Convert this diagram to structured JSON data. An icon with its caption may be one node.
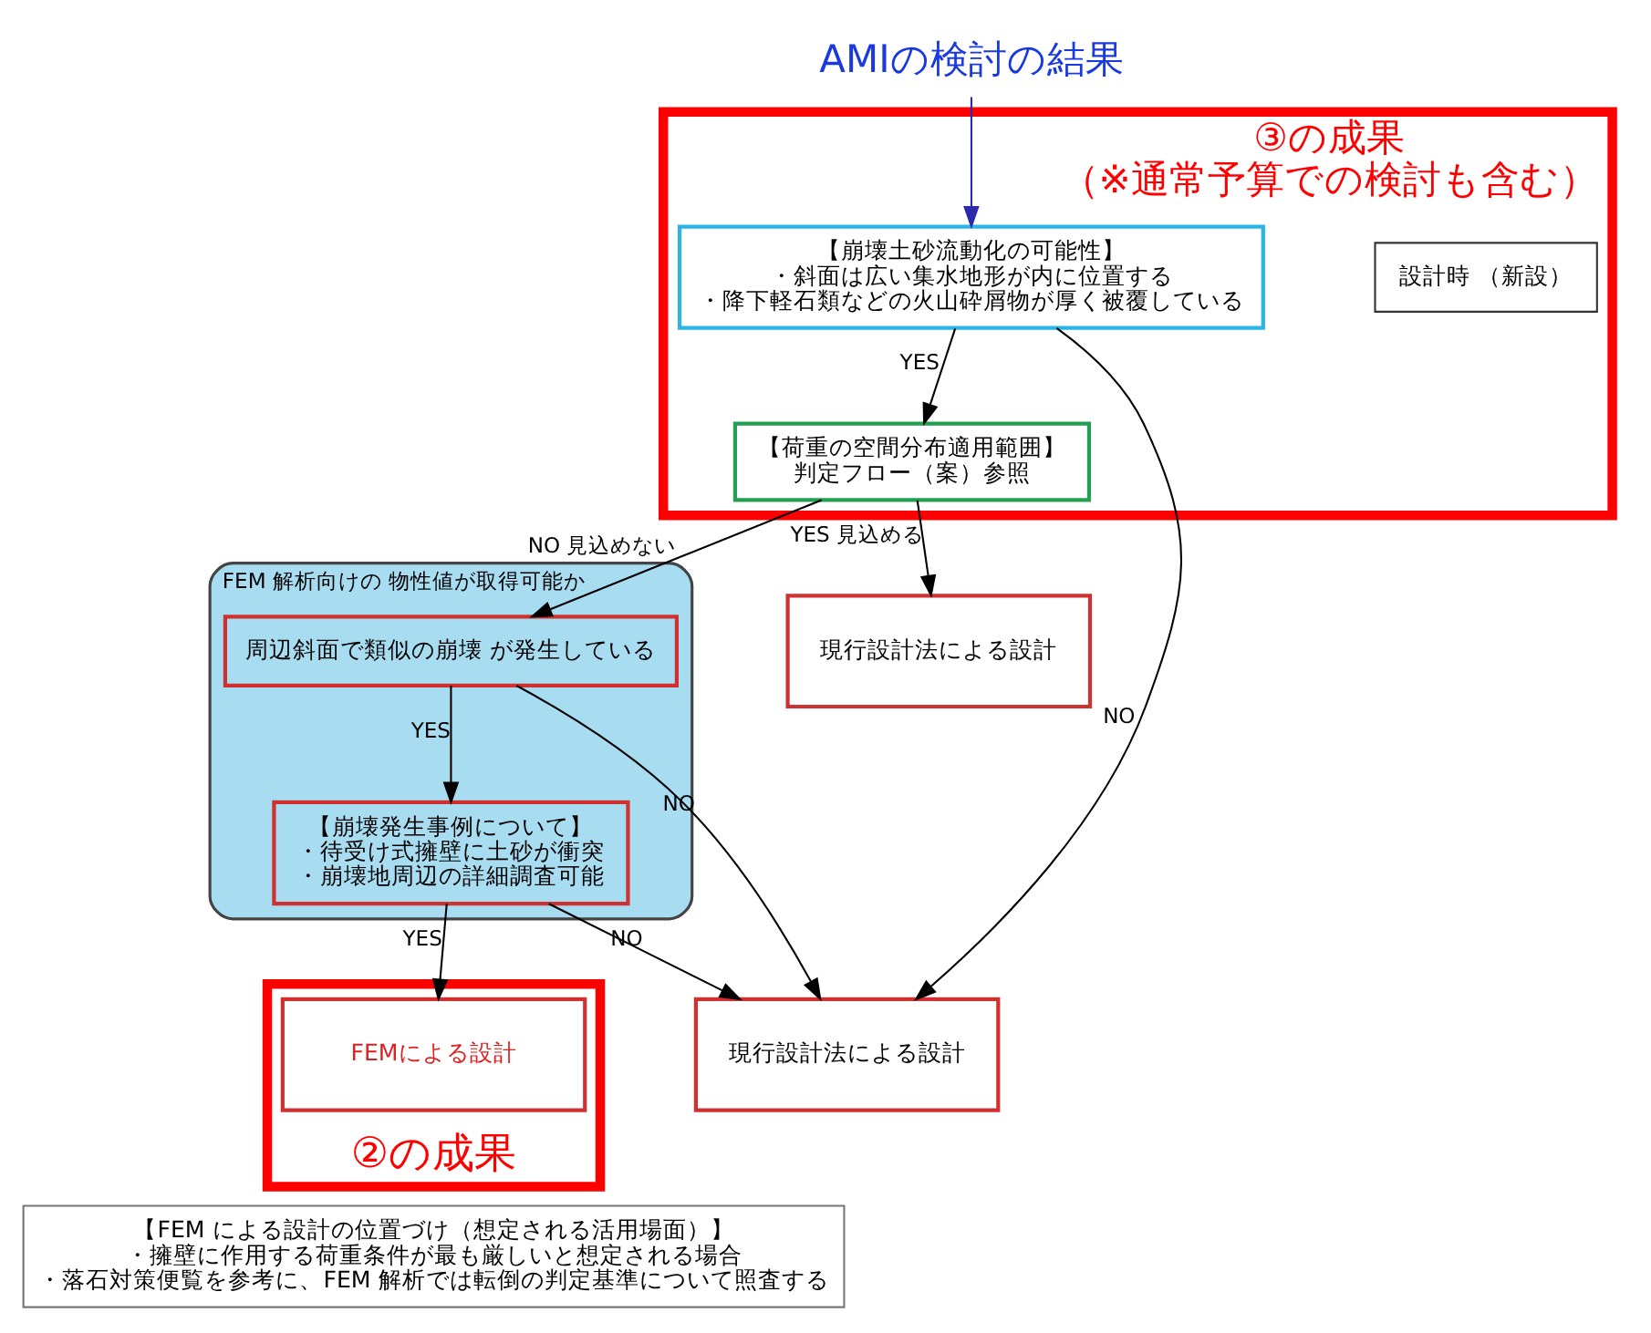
{
  "diagram": {
    "nodes": [
      {
        "text": [
          "③の成果",
          "（※通常予算での検討も含む）"
        ]
      },
      {
        "text": [
          "設計時 （新設）"
        ],
        "in": 0
      },
      {
        "text": [
          "【崩壊土砂流動化の可能性】",
          "・斜面は広い集水地形が内に位置する",
          "・降下軽石類などの火山砕屑物が厚く被覆している"
        ],
        "in": 0
      },
      {
        "text": [
          "【荷重の空間分布適用範囲】",
          "判定フロー（案）参照"
        ],
        "in": 0
      },
      {
        "text": [
          "AMIの検討の結果"
        ]
      },
      {
        "text": [
          "FEM 解析向けの 物性値が取得可能か"
        ]
      },
      {
        "text": [
          "周辺斜面で類似の崩壊 が発生している"
        ],
        "in": 5
      },
      {
        "text": [
          "【崩壊発生事例について】",
          "・待受け式擁壁に土砂が衝突",
          "・崩壊地周辺の詳細調査可能"
        ],
        "in": 5
      },
      {
        "text": [
          "②の成果"
        ]
      },
      {
        "text": [
          "現行設計法による設計"
        ]
      },
      {
        "text": [
          "FEMによる設計"
        ],
        "in": 8
      },
      {
        "text": [
          "現行設計法による設計"
        ]
      },
      {
        "text": [
          "【FEM による設計の位置づけ（想定される活用場面）】",
          "・擁壁に作用する荷重条件が最も厳しいと想定される場合",
          "・落石対策便覧を参考に、FEM 解析では転倒の判定基準について照査する"
        ]
      }
    ],
    "edges": [
      {
        "from": 4,
        "to": 2,
        "arrow": "to",
        "color": "#2b2bb0"
      },
      {
        "from": 2,
        "to": 3,
        "arrow": "to",
        "label": "YES"
      },
      {
        "from": 2,
        "to": 11,
        "arrow": "to",
        "label": "NO"
      },
      {
        "from": 3,
        "to": 9,
        "arrow": "to",
        "label": "YES 見込める"
      },
      {
        "from": 3,
        "to": 6,
        "arrow": "to",
        "label": "NO 見込めない"
      },
      {
        "from": 6,
        "to": 11,
        "arrow": "to",
        "label": "NO"
      },
      {
        "from": 6,
        "to": 7,
        "arrow": "to",
        "label": "YES"
      },
      {
        "from": 7,
        "to": 11,
        "arrow": "to",
        "label": "NO"
      },
      {
        "from": 7,
        "to": 10,
        "arrow": "to",
        "label": "YES"
      }
    ]
  }
}
